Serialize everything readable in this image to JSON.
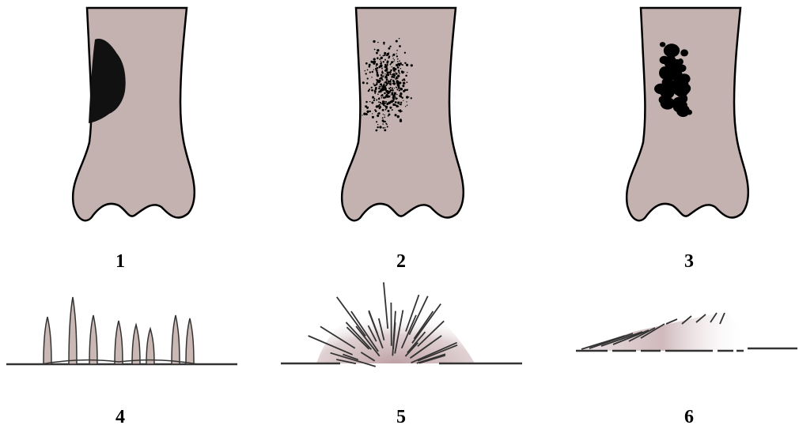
{
  "figure": {
    "bone_fill": "#c4b2b0",
    "outline": "#000000",
    "halo": "#a88086",
    "spicule_fill": "#c9b8b4",
    "panels": [
      {
        "label": "1",
        "pattern": "geographic"
      },
      {
        "label": "2",
        "pattern": "permeative"
      },
      {
        "label": "3",
        "pattern": "moth-eaten"
      },
      {
        "label": "4",
        "pattern": "spiculated"
      },
      {
        "label": "5",
        "pattern": "sunburst"
      },
      {
        "label": "6",
        "pattern": "codman-triangle"
      }
    ]
  }
}
